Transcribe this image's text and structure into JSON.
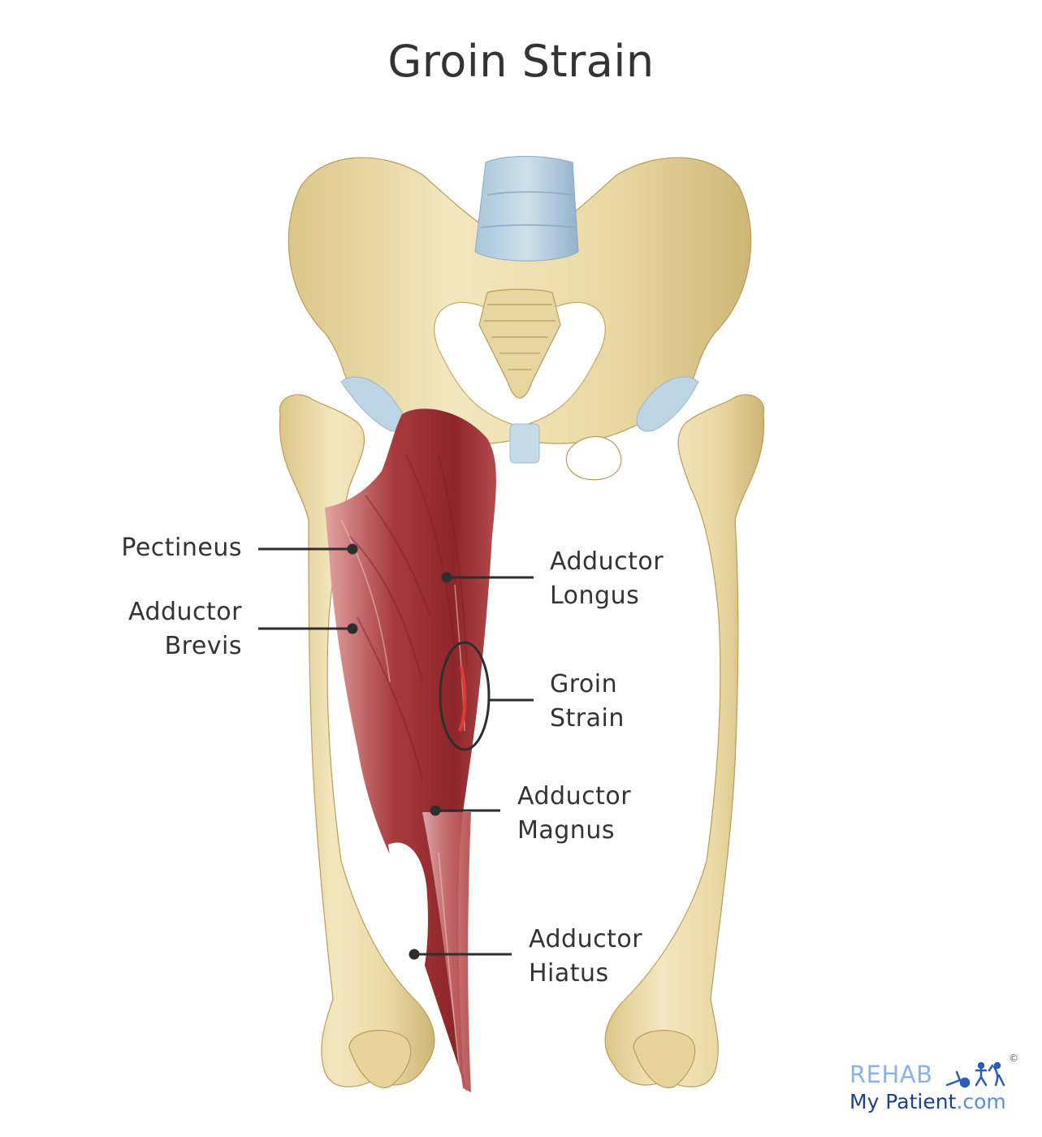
{
  "title": "Groin Strain",
  "colors": {
    "bone": "#ecdcaa",
    "bone_shadow": "#c9b06a",
    "cartilage": "#b9d3e3",
    "muscle": "#a8363a",
    "muscle_light": "#d98d8e",
    "text": "#333333",
    "leader": "#2e2e2e",
    "logo_light": "#8ab4e8",
    "logo_dark": "#1e3f8a"
  },
  "labels": {
    "pectineus": [
      "Pectineus"
    ],
    "adductor_brevis": [
      "Adductor",
      "Brevis"
    ],
    "adductor_longus": [
      "Adductor",
      "Longus"
    ],
    "groin_strain": [
      "Groin",
      "Strain"
    ],
    "adductor_magnus": [
      "Adductor",
      "Magnus"
    ],
    "adductor_hiatus": [
      "Adductor",
      "Hiatus"
    ]
  },
  "logo": {
    "line1": "REHAB",
    "line2_main": "My Patient",
    "line2_suffix": ".com",
    "copyright": "©"
  }
}
